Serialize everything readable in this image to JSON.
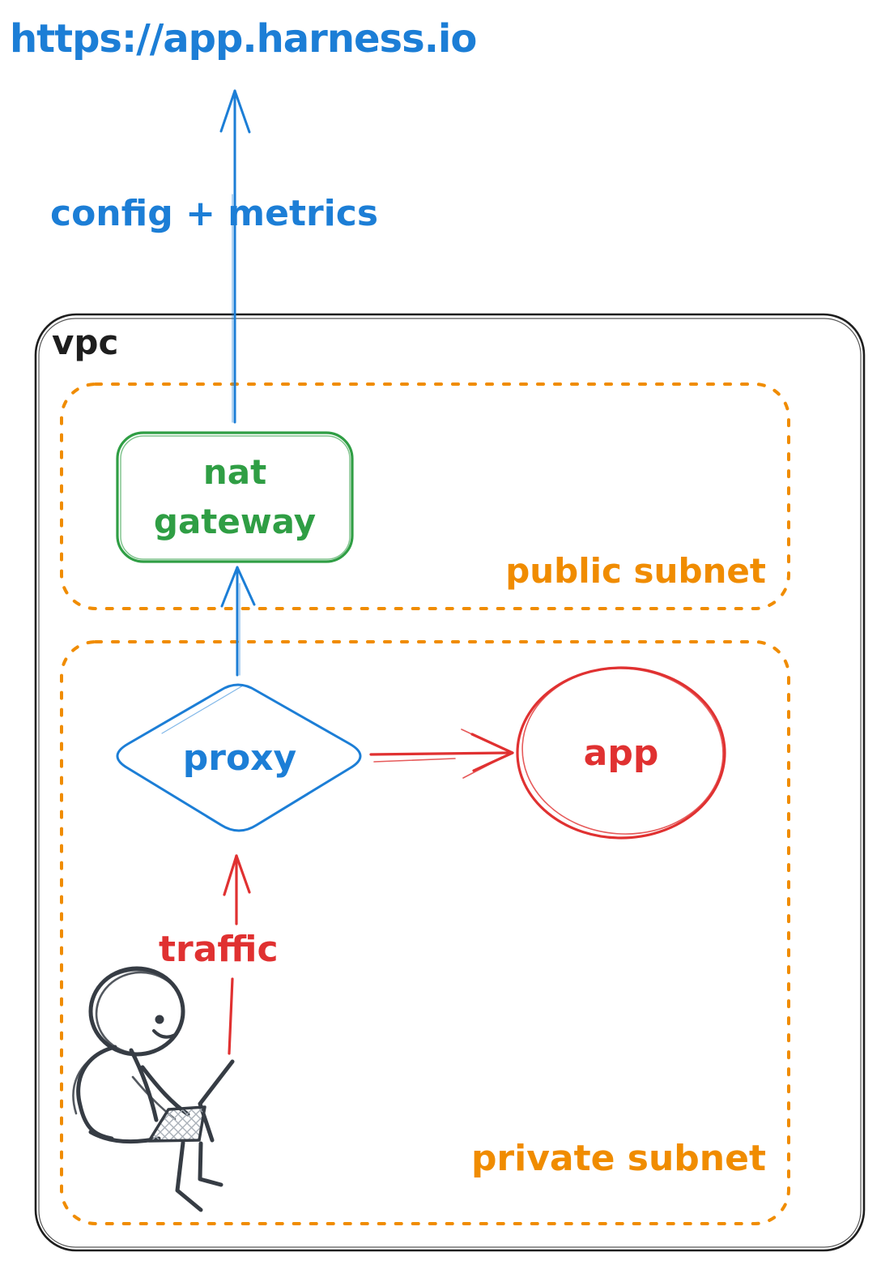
{
  "palette": {
    "blue": "#1c7ed6",
    "green": "#2f9e44",
    "orange": "#f08c00",
    "red": "#e03131",
    "ink": "#1e1e1e",
    "figure": "#363c44"
  },
  "labels": {
    "url": "https://app.harness.io",
    "config_metrics": "config + metrics",
    "vpc": "vpc",
    "nat_gateway": "nat gateway",
    "public_subnet": "public subnet",
    "proxy": "proxy",
    "app": "app",
    "traffic": "traffic",
    "private_subnet": "private subnet"
  },
  "icons": {
    "person": "person-sitting-with-laptop"
  }
}
